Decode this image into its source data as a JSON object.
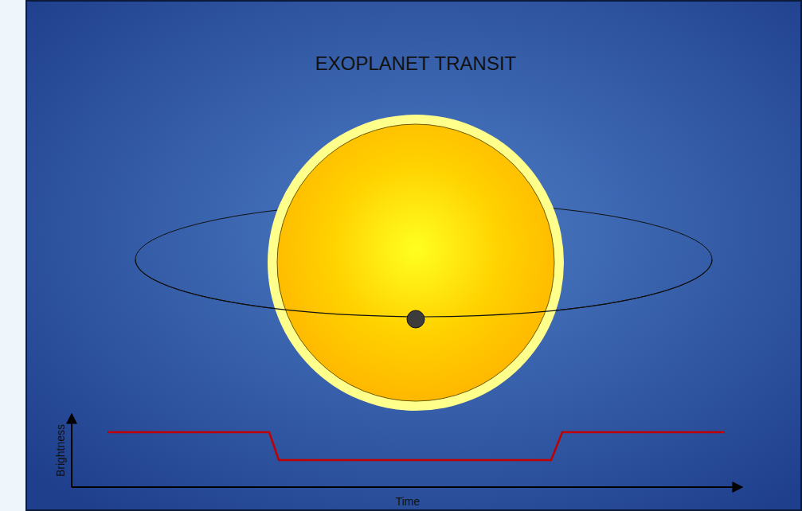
{
  "diagram": {
    "title": "EXOPLANET TRANSIT",
    "labels": [
      "Brightness",
      "Time"
    ]
  }
}
